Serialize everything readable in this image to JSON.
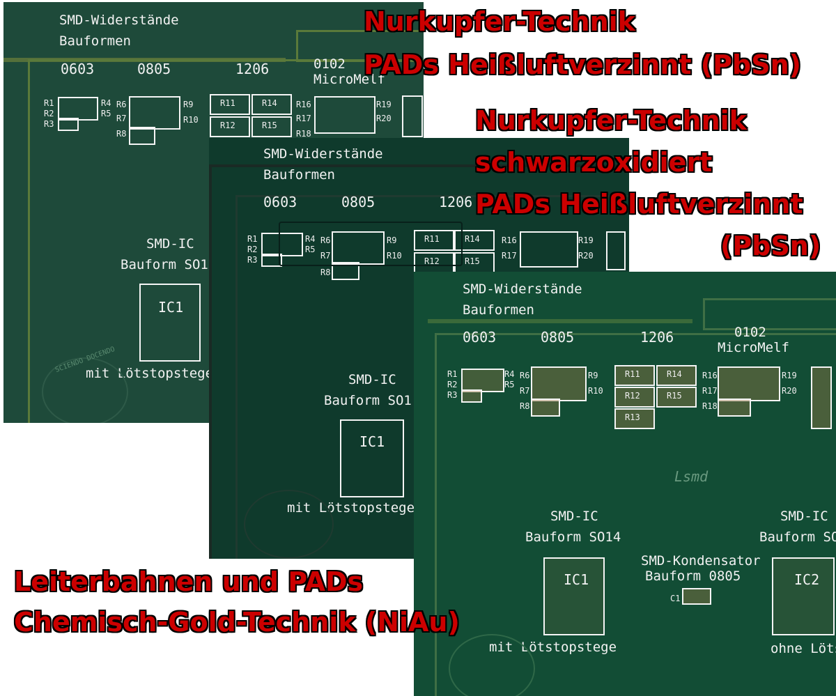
{
  "captions": {
    "top": [
      "Nurkupfer-Technik",
      "PADs Heißluftverzinnt (PbSn)"
    ],
    "middle": [
      "Nurkupfer-Technik",
      "schwarzoxidiert",
      "PADs Heißluftverzinnt",
      "(PbSn)"
    ],
    "bottom": [
      "Leiterbahnen und PADs",
      "Chemisch-Gold-Technik (NiAu)"
    ]
  },
  "board": {
    "heading": "SMD-Widerstände",
    "subheading": "Bauformen",
    "sizes": [
      "0603",
      "0805",
      "1206",
      "0102",
      "MicroMelf"
    ],
    "ic_title": "SMD-IC",
    "ic_form": "Bauform SO14",
    "ic_form_cut": "Bauform SO1",
    "ic1": "IC1",
    "ic2": "IC2",
    "mask_with": "mit Lötstopstege",
    "mask_without": "ohne Löts",
    "cap_title": "SMD-Kondensator",
    "cap_form": "Bauform 0805",
    "cap_label": "C1",
    "logo": "Lsmd",
    "seal_text": "SCIENDO DOCENDO",
    "resistors": [
      "R1",
      "R2",
      "R3",
      "R4",
      "R5",
      "R6",
      "R7",
      "R8",
      "R9",
      "R10",
      "R11",
      "R12",
      "R13",
      "R14",
      "R15",
      "R16",
      "R17",
      "R18",
      "R19",
      "R20"
    ]
  },
  "colors": {
    "caption": "#cc0000",
    "board_tin": "#1e4a3a",
    "board_black": "#0f3a2c",
    "board_gold": "#124d35",
    "silkscreen": "#f2f2f2",
    "gold_pad": "#a07a45"
  }
}
